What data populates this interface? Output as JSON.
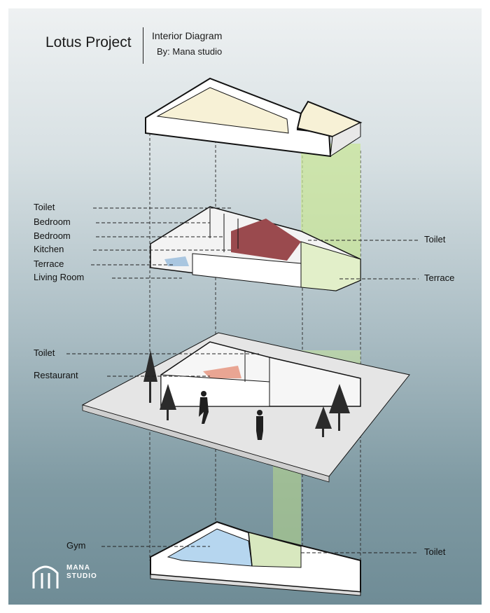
{
  "header": {
    "title": "Lotus Project",
    "subtitle": "Interior Diagram",
    "author": "By: Mana studio"
  },
  "labels": {
    "top_floor_left": [
      "Toilet",
      "Bedroom",
      "Bedroom",
      "Kitchen",
      "Terrace",
      "Living Room"
    ],
    "top_floor_right": [
      "Toilet",
      "Terrace"
    ],
    "ground_floor_left": [
      "Toilet",
      "Restaurant"
    ],
    "basement_left": "Gym",
    "basement_right": "Toilet"
  },
  "logo": {
    "line1": "MANA",
    "line2": "STUDIO"
  },
  "colors": {
    "roof_fill": "#f7f1d6",
    "bedroom_fill": "#9a4a4e",
    "terrace_blue": "#a9c6e0",
    "restaurant_fill": "#e9a593",
    "gym_pool": "#b6d6ef",
    "light_shaft": "#c9e59a"
  }
}
